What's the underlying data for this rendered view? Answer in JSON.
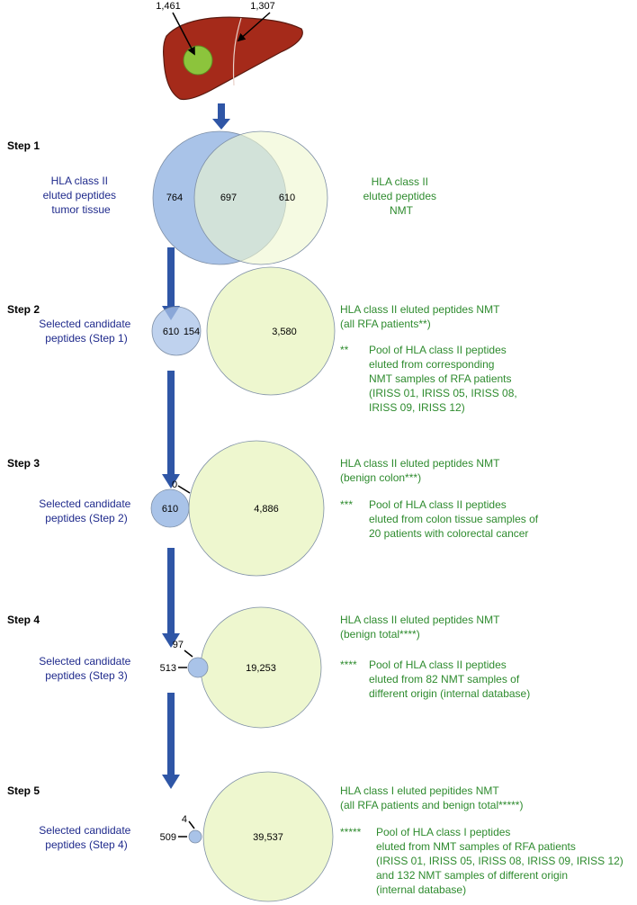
{
  "liver": {
    "tumor_count": "1,461",
    "nmt_count": "1,307"
  },
  "steps": [
    {
      "label": "Step 1",
      "left_text": [
        "HLA class II",
        "eluted peptides",
        "tumor tissue"
      ],
      "left_value": "764",
      "overlap_value": "697",
      "right_value": "610",
      "right_text": [
        "HLA class II",
        "eluted peptides",
        "NMT"
      ]
    },
    {
      "label": "Step 2",
      "left_text": [
        "Selected candidate",
        "peptides (Step 1)"
      ],
      "left_value": "610",
      "overlap_value": "154",
      "right_value": "3,580",
      "header": [
        "HLA class II eluted peptides NMT",
        "(all RFA patients**)"
      ],
      "note_mark": "**",
      "note_lines": [
        "Pool of HLA class II peptides",
        "eluted from corresponding",
        "NMT samples of RFA patients",
        "(IRISS 01, IRISS 05, IRISS 08,",
        "IRISS 09, IRISS 12)"
      ]
    },
    {
      "label": "Step 3",
      "left_text": [
        "Selected candidate",
        "peptides (Step 2)"
      ],
      "left_value": "610",
      "overlap_value": "0",
      "right_value": "4,886",
      "header": [
        "HLA class II eluted peptides NMT",
        "(benign colon***)"
      ],
      "note_mark": "***",
      "note_lines": [
        "Pool of HLA class II peptides",
        "eluted from colon tissue samples of",
        "20 patients with colorectal cancer"
      ]
    },
    {
      "label": "Step 4",
      "left_text": [
        "Selected candidate",
        "peptides (Step 3)"
      ],
      "left_value": "513",
      "overlap_value": "97",
      "right_value": "19,253",
      "header": [
        "HLA class II eluted peptides NMT",
        "(benign total****)"
      ],
      "note_mark": "****",
      "note_lines": [
        "Pool of HLA class II peptides",
        "eluted from 82 NMT samples of",
        "different origin (internal database)"
      ]
    },
    {
      "label": "Step 5",
      "left_text": [
        "Selected candidate",
        "peptides (Step 4)"
      ],
      "left_value": "509",
      "overlap_value": "4",
      "right_value": "39,537",
      "header": [
        "HLA class I eluted pepitides NMT",
        "(all RFA patients and benign total*****)"
      ],
      "note_mark": "*****",
      "note_lines": [
        "Pool of HLA class I peptides",
        "eluted from NMT samples of RFA patients",
        "(IRISS 01, IRISS 05, IRISS 08, IRISS 09, IRISS 12)",
        "and 132 NMT samples of different origin",
        "(internal database)"
      ]
    }
  ],
  "colors": {
    "blue_circle": "#a9c3e8",
    "green_circle": "#eef7cf",
    "overlap": "#cfe3d8",
    "arrow": "#2f56a6",
    "liver": "#a52a1a",
    "tumor": "#8cc43c",
    "blue_text": "#1f2a8c",
    "green_text": "#2e8b2e"
  }
}
